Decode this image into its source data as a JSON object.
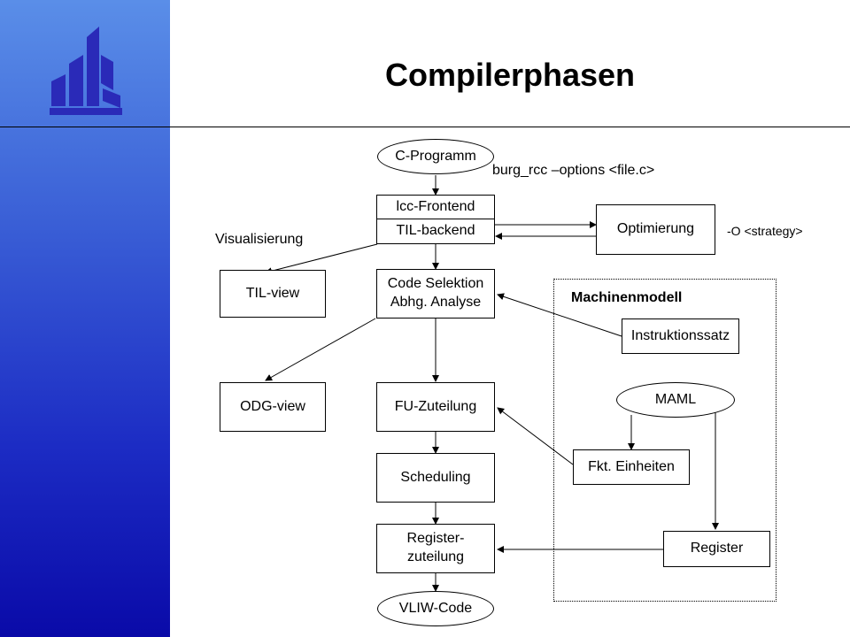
{
  "slide": {
    "title": "Compilerphasen",
    "colors": {
      "sidebar_top": "#5a8ee8",
      "sidebar_bottom": "#0a0aa8",
      "logo": "#2a2ab8"
    }
  },
  "diagram": {
    "nodes": {
      "c_programm": "C-Programm",
      "lcc_frontend": "lcc-Frontend",
      "til_backend": "TIL-backend",
      "optimierung": "Optimierung",
      "til_view": "TIL-view",
      "code_selektion_line1": "Code Selektion",
      "code_selektion_line2": "Abhg. Analyse",
      "odg_view": "ODG-view",
      "fu_zuteilung": "FU-Zuteilung",
      "scheduling": "Scheduling",
      "register_zuteilung_line1": "Register-",
      "register_zuteilung_line2": "zuteilung",
      "vliw_code": "VLIW-Code",
      "instruktionssatz": "Instruktionssatz",
      "maml": "MAML",
      "fkt_einheiten": "Fkt. Einheiten",
      "register": "Register"
    },
    "labels": {
      "burg_options": "burg_rcc –options <file.c>",
      "opt_flag": "-O <strategy>",
      "visualisierung": "Visualisierung",
      "machinenmodell": "Machinenmodell"
    }
  }
}
